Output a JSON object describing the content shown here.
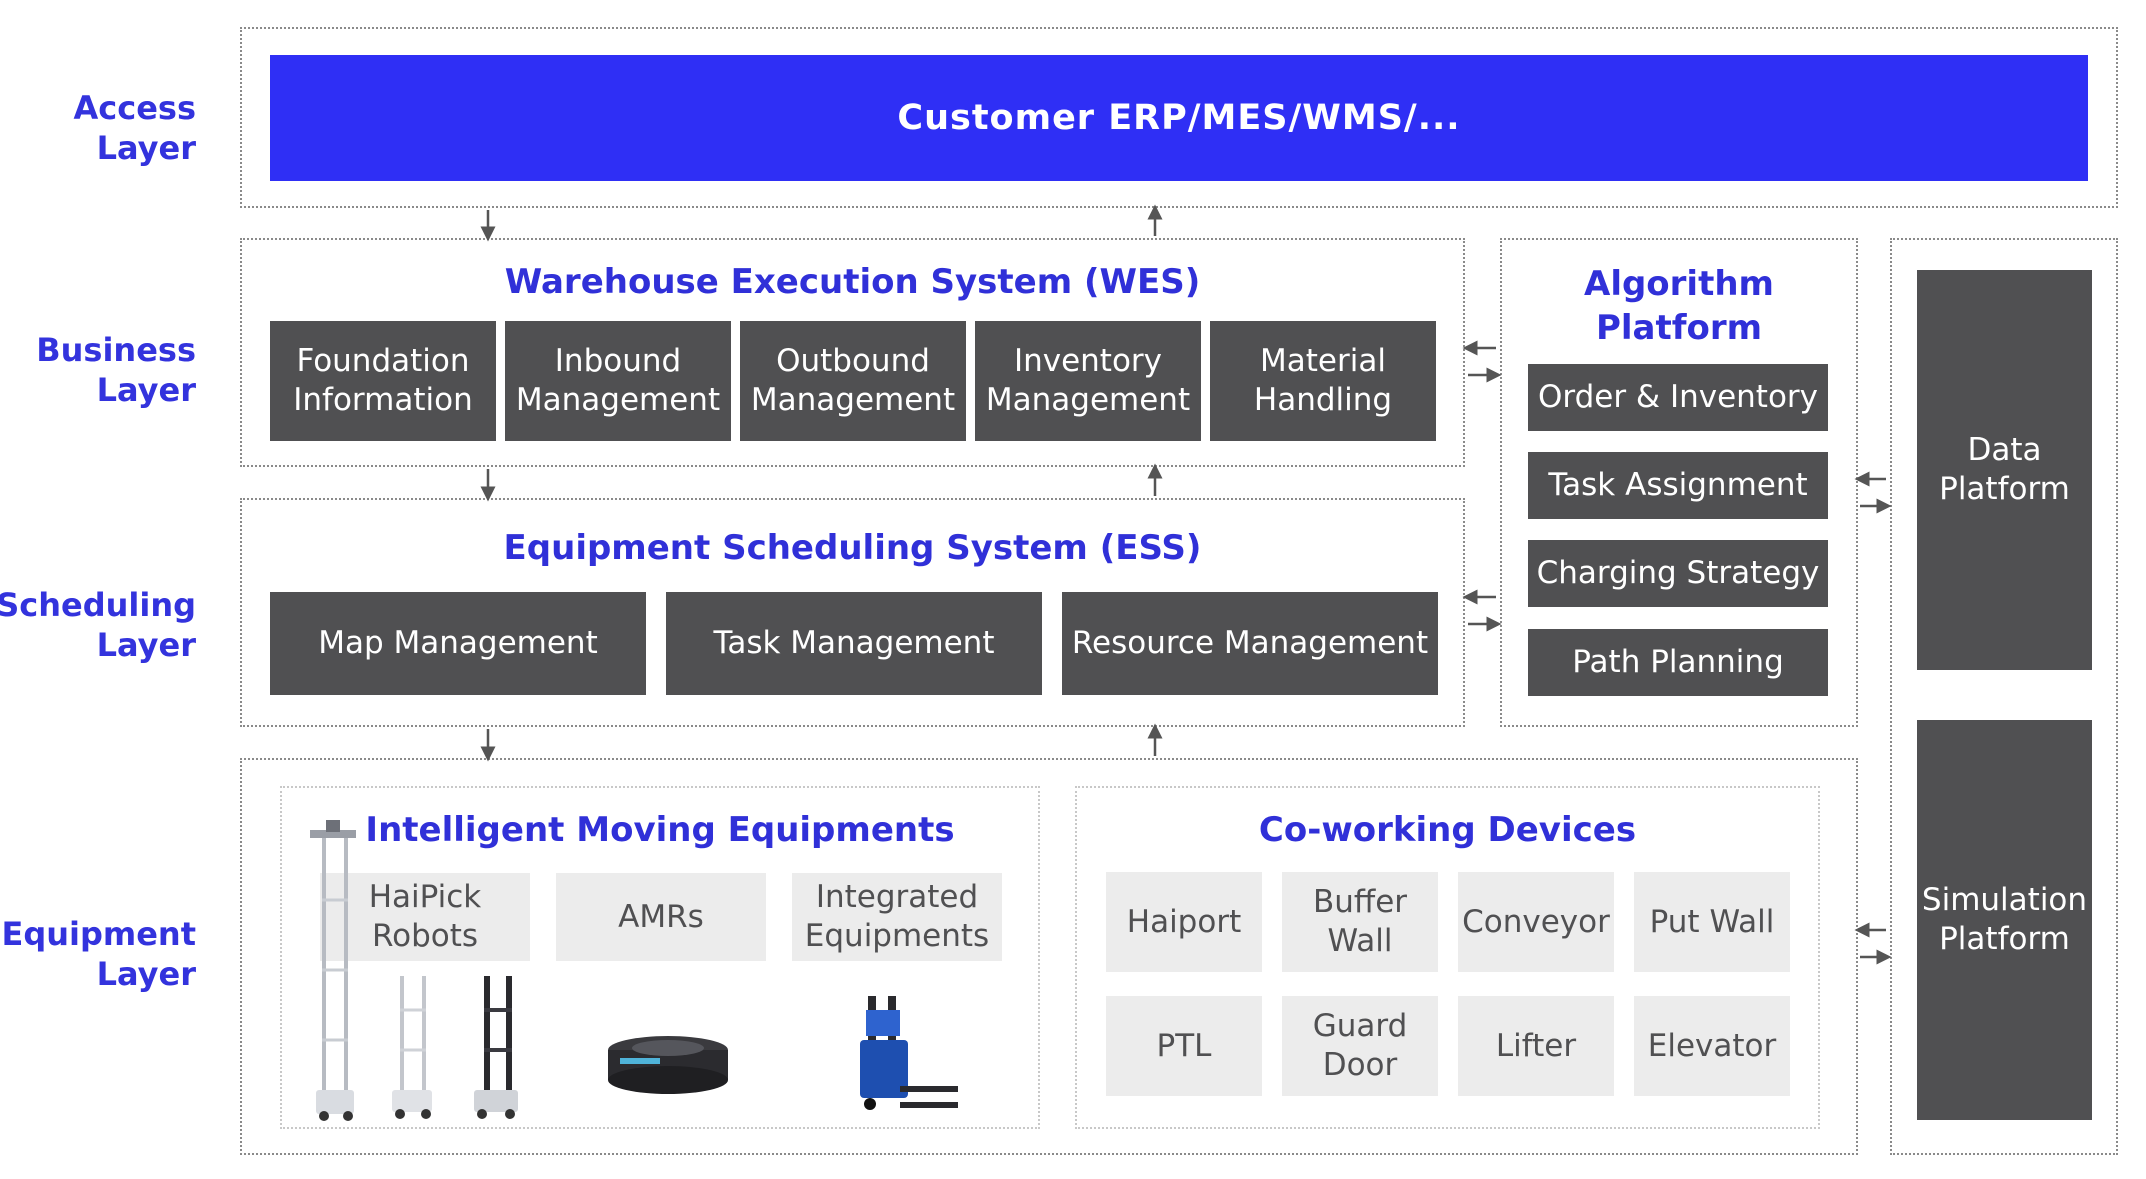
{
  "layers": {
    "access": "Access\nLayer",
    "business": "Business\nLayer",
    "scheduling": "Scheduling\nLayer",
    "equipment": "Equipment\nLayer"
  },
  "access_bar": "Customer ERP/MES/WMS/...",
  "wes": {
    "title": "Warehouse Execution System (WES)",
    "modules": [
      "Foundation\nInformation",
      "Inbound\nManagement",
      "Outbound\nManagement",
      "Inventory\nManagement",
      "Material\nHandling"
    ]
  },
  "ess": {
    "title": "Equipment Scheduling System (ESS)",
    "modules": [
      "Map Management",
      "Task Management",
      "Resource Management"
    ]
  },
  "algorithm": {
    "title": "Algorithm\nPlatform",
    "modules": [
      "Order & Inventory",
      "Task Assignment",
      "Charging Strategy",
      "Path Planning"
    ]
  },
  "platforms": {
    "data": "Data\nPlatform",
    "simulation": "Simulation\nPlatform"
  },
  "moving": {
    "title": "Intelligent Moving Equipments",
    "items": [
      "HaiPick\nRobots",
      "AMRs",
      "Integrated\nEquipments"
    ]
  },
  "coworking": {
    "title": "Co-working Devices",
    "items": [
      "Haiport",
      "Buffer\nWall",
      "Conveyor",
      "Put Wall",
      "PTL",
      "Guard\nDoor",
      "Lifter",
      "Elevator"
    ]
  },
  "colors": {
    "accent": "#2f2ff5",
    "title_blue": "#3030d8",
    "module_dark": "#505052",
    "module_light": "#ececec"
  }
}
